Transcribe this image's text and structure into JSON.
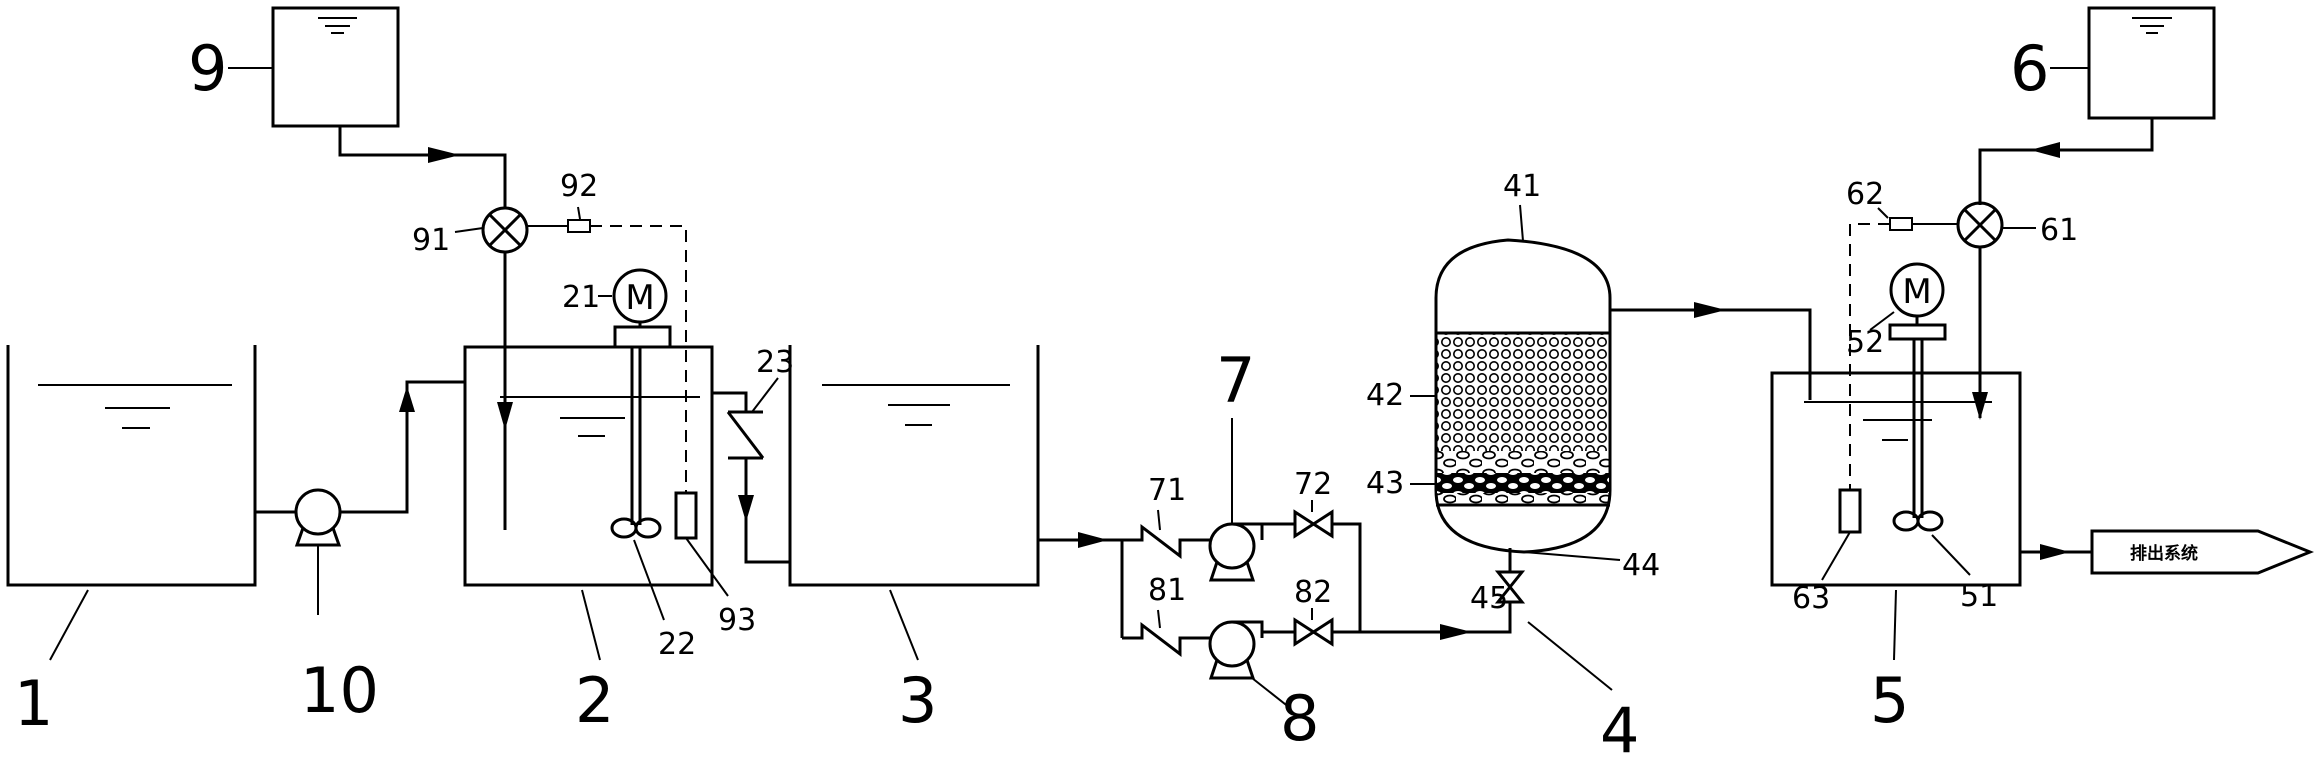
{
  "labels": {
    "tank_1": "1",
    "tank_2": "2",
    "tank_3": "3",
    "reactor_4": "4",
    "tank_5": "5",
    "dosing_tank_6": "6",
    "pump_7": "7",
    "pump_8": "8",
    "dosing_tank_9": "9",
    "pump_10": "10",
    "motor_21": "21",
    "impeller_22": "22",
    "check_valve_23": "23",
    "reactor_top_41": "41",
    "packing_upper_42": "42",
    "packing_lower_43": "43",
    "reactor_bottom_44": "44",
    "valve_45": "45",
    "impeller_51": "51",
    "motor_52": "52",
    "dosing_valve_61": "61",
    "controller_62": "62",
    "probe_63": "63",
    "check_valve_71": "71",
    "valve_72": "72",
    "check_valve_81": "81",
    "valve_82": "82",
    "dosing_valve_91": "91",
    "controller_92": "92",
    "probe_93": "93"
  },
  "motor_symbol": "M",
  "discharge_label": "排出系统"
}
